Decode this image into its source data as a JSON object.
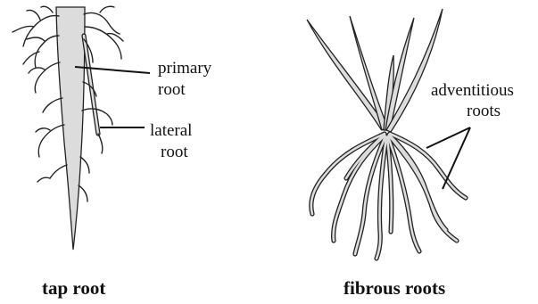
{
  "tap_root": {
    "caption": "tap root",
    "label_primary_line1": "primary",
    "label_primary_line2": "root",
    "label_lateral_line1": "lateral",
    "label_lateral_line2": "root"
  },
  "fibrous_roots": {
    "caption": "fibrous roots",
    "label_adventitious_line1": "adventitious",
    "label_adventitious_line2": "roots"
  },
  "colors": {
    "root_fill": "#dcdcdc",
    "outline": "#222222",
    "background": "#ffffff"
  }
}
